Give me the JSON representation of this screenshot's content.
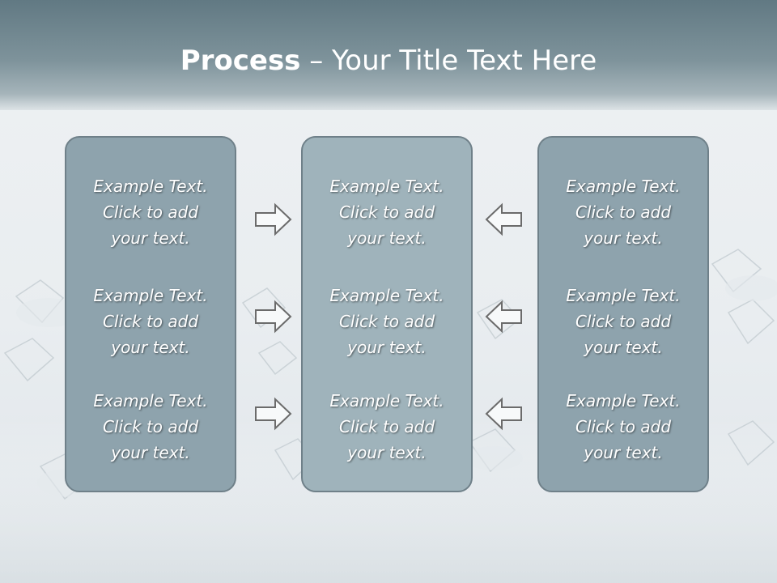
{
  "slide": {
    "title_bold": "Process",
    "title_rest": " – Your Title Text Here"
  },
  "columns": [
    {
      "items": [
        {
          "line1": "Example Text.",
          "line2": "Click  to add",
          "line3": "your text."
        },
        {
          "line1": "Example Text.",
          "line2": "Click  to add",
          "line3": "your text."
        },
        {
          "line1": "Example Text.",
          "line2": "Click  to add",
          "line3": "your text."
        }
      ]
    },
    {
      "items": [
        {
          "line1": "Example Text.",
          "line2": "Click  to add",
          "line3": "your text."
        },
        {
          "line1": "Example Text.",
          "line2": "Click  to add",
          "line3": "your text."
        },
        {
          "line1": "Example Text.",
          "line2": "Click  to add",
          "line3": "your text."
        }
      ]
    },
    {
      "items": [
        {
          "line1": "Example Text.",
          "line2": "Click  to add",
          "line3": "your text."
        },
        {
          "line1": "Example Text.",
          "line2": "Click  to add",
          "line3": "your text."
        },
        {
          "line1": "Example Text.",
          "line2": "Click  to add",
          "line3": "your text."
        }
      ]
    }
  ],
  "arrows": {
    "left_group": "arrow-right-icon",
    "right_group": "arrow-left-icon"
  },
  "colors": {
    "header": "#7e939b",
    "panel_outer": "#8ea3ad",
    "panel_middle": "#9fb3bb",
    "panel_border": "#6f8089",
    "arrow_stroke": "#6b6b6b"
  }
}
